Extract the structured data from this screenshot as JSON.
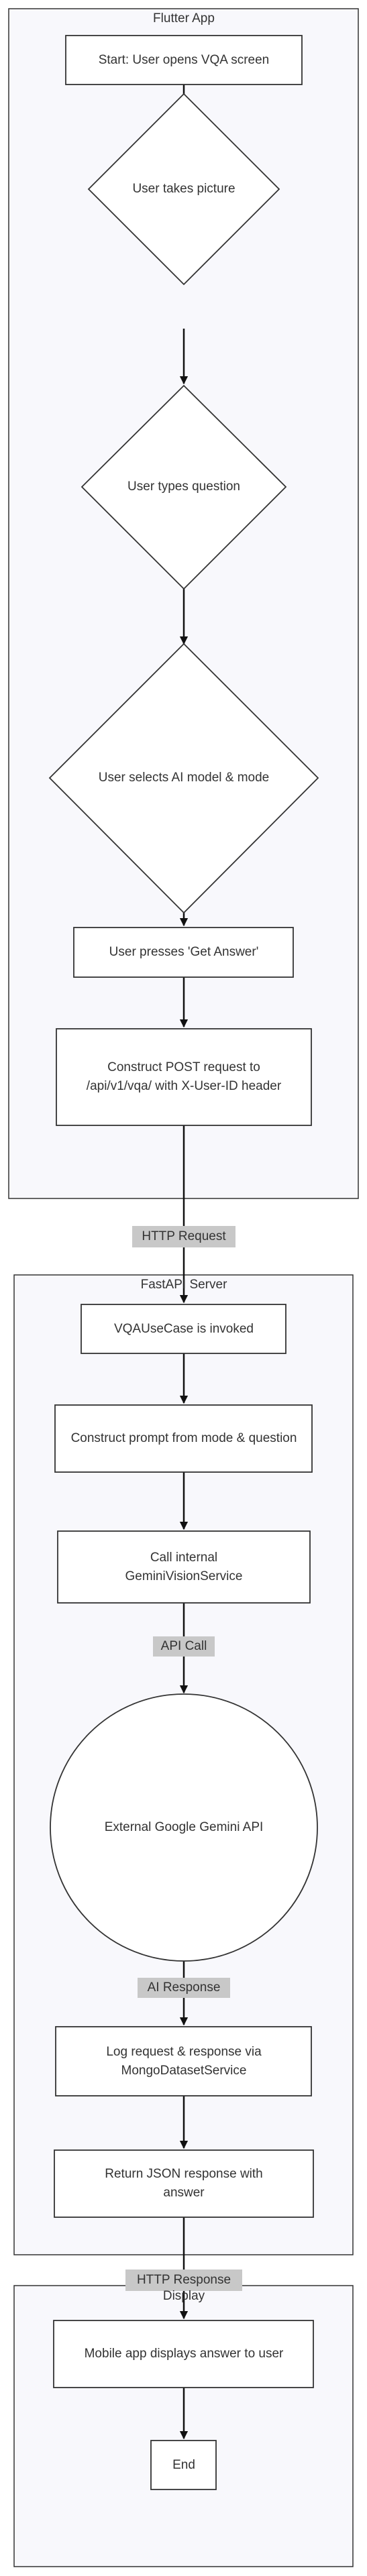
{
  "colors": {
    "cluster_fill": "#f8f8fc",
    "stroke": "#333333",
    "edge": "#111111",
    "edge_label_bg": "#c8c8c8"
  },
  "clusters": {
    "flutter": {
      "title": "Flutter App"
    },
    "fastapi": {
      "title": "FastAPI Server"
    },
    "display": {
      "title": "Display"
    }
  },
  "nodes": {
    "start": "Start: User opens VQA screen",
    "takes_picture": "User takes picture",
    "types_question": "User types question",
    "selects_model": "User selects AI model & mode",
    "presses_answer": "User presses 'Get Answer'",
    "construct_post": "Construct POST request to /api/v1/vqa/ with X-User-ID header",
    "usecase": "VQAUseCase is invoked",
    "construct_prompt": "Construct prompt from mode & question",
    "call_service": "Call internal GeminiVisionService",
    "external_api": "External Google Gemini API",
    "log_request": "Log request & response via MongoDatasetService",
    "return_json": "Return JSON response with answer",
    "displays_answer": "Mobile app displays answer to user",
    "end": "End"
  },
  "edges": {
    "http_request": "HTTP Request",
    "api_call": "API Call",
    "ai_response": "AI Response",
    "http_response": "HTTP Response"
  }
}
